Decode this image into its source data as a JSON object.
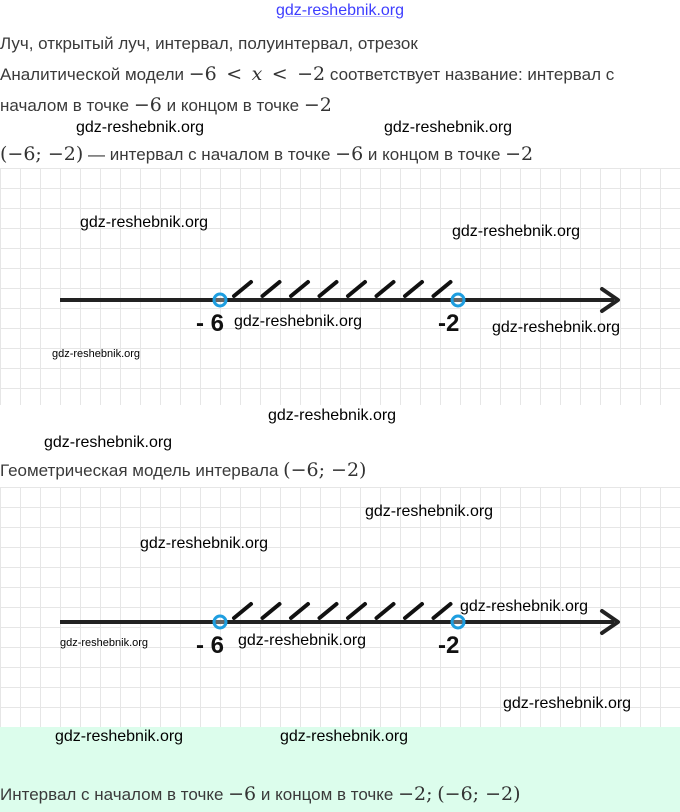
{
  "watermark": "gdz-reshebnik.org",
  "title_line": "Луч, открытый луч, интервал, полуинтервал, отрезок",
  "analytic": {
    "prefix": "Аналитической модели",
    "math_a": "−6",
    "lt1": "<",
    "var": "x",
    "lt2": "<",
    "math_b": "−2",
    "suffix": "соответствует название: интервал с",
    "line2_prefix": "началом в точке",
    "line2_a": "−6",
    "line2_mid": "и концом в точке",
    "line2_b": "−2"
  },
  "interval_line": {
    "math": "(−6;  −2)",
    "text": "— интервал с началом в точке",
    "a": "−6",
    "mid": "и концом в точке",
    "b": "−2"
  },
  "number_line": {
    "start_label": "- 6",
    "end_label": "-2",
    "start_value": -6,
    "end_value": -2,
    "open_endpoints": true,
    "endpoint_color": "#1e9ee0"
  },
  "geometric_caption": {
    "text": "Геометрическая модель интервала",
    "math": "(−6;  −2)"
  },
  "answer": {
    "prefix": "Интервал с началом в точке",
    "a": "−6",
    "mid": "и концом в точке",
    "b": "−2;",
    "math": "(−6;  −2)"
  },
  "colors": {
    "answer_bg": "#dcfdec",
    "watermark_top": "#3d3dff"
  }
}
